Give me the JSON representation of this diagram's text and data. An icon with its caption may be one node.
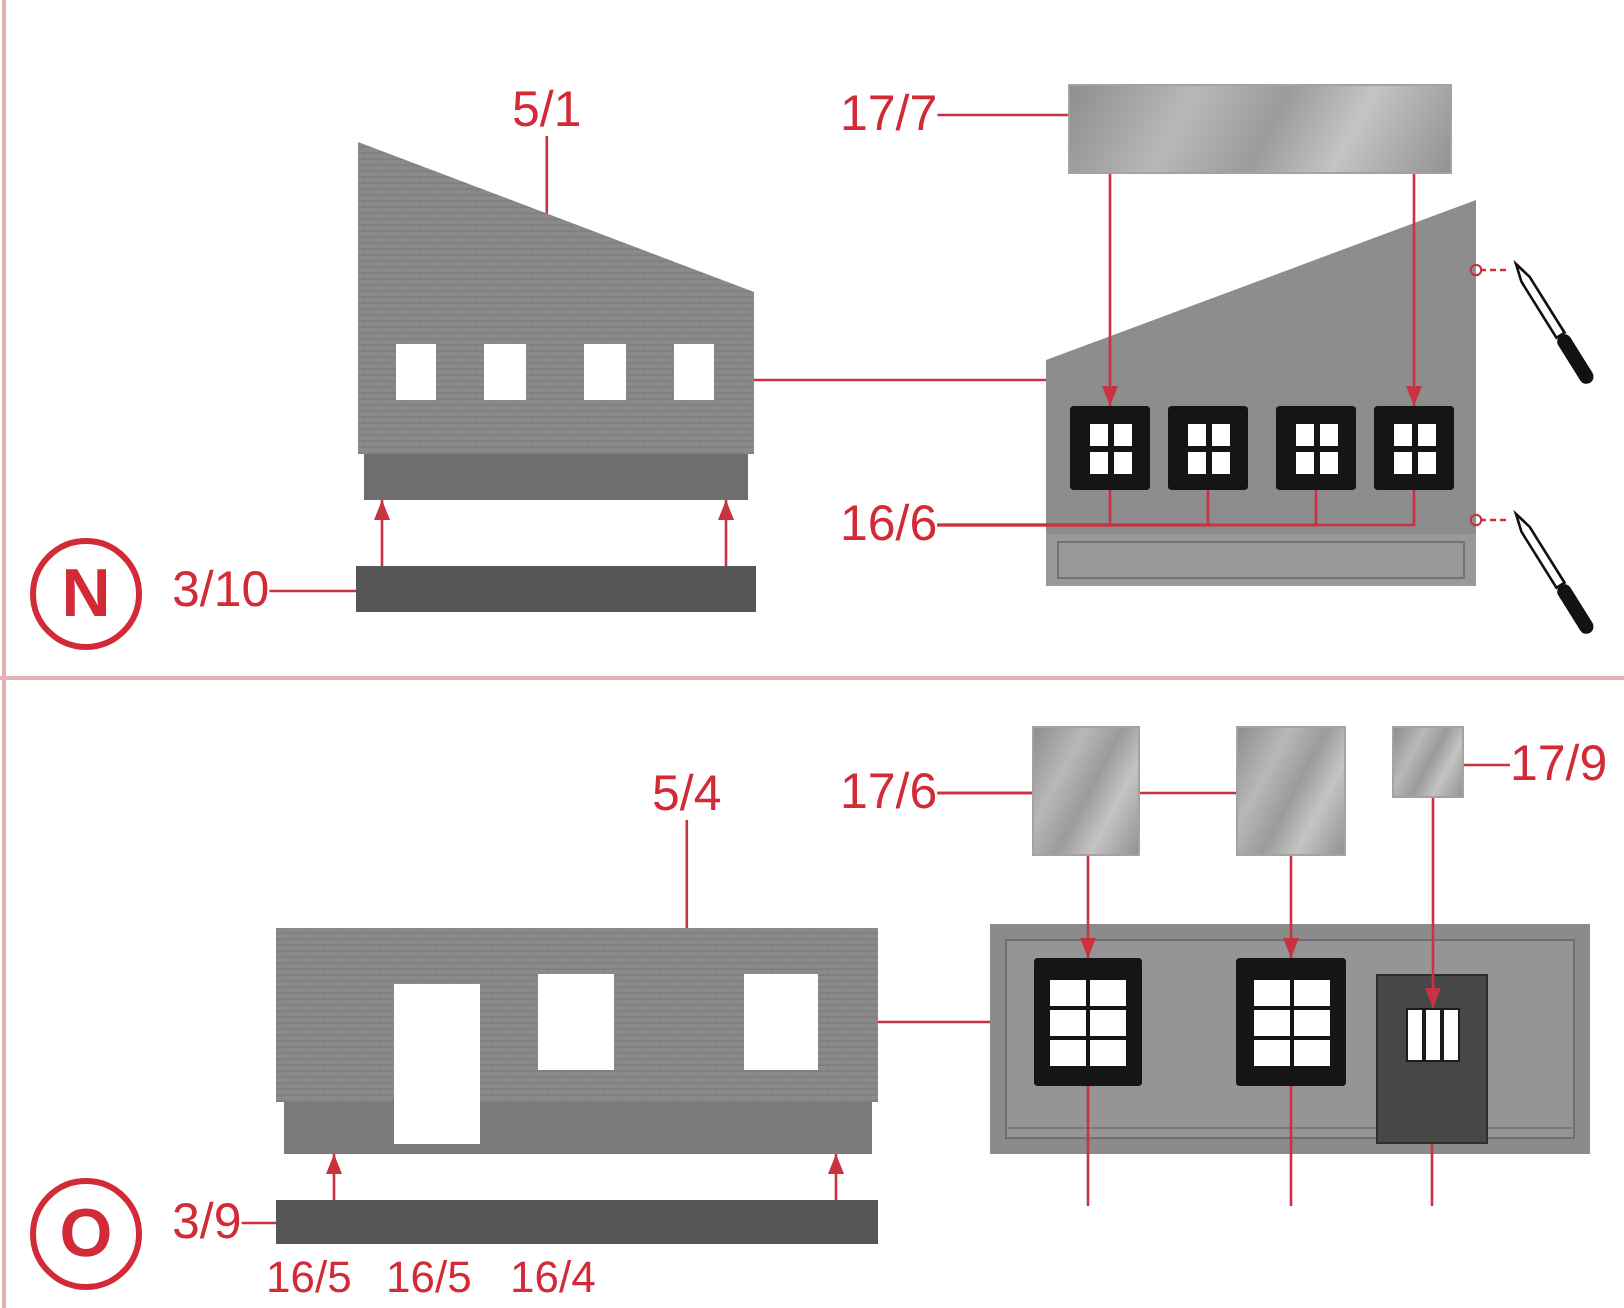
{
  "diagram": {
    "nodes": [
      {
        "text": [
          "5/1"
        ]
      },
      {
        "text": [
          "17/7"
        ]
      },
      {
        "text": [],
        "shape": "box"
      },
      {
        "text": [],
        "shape": "picture"
      },
      {
        "text": [],
        "shape": "picture"
      },
      {
        "text": [],
        "shape": "box",
        "in": 4
      },
      {
        "text": [],
        "shape": "box",
        "in": 4
      },
      {
        "text": [],
        "shape": "box",
        "in": 4
      },
      {
        "text": [],
        "shape": "box",
        "in": 4
      },
      {
        "text": [],
        "shape": "picture"
      },
      {
        "text": [
          "16/6"
        ]
      },
      {
        "text": [],
        "shape": "picture"
      },
      {
        "text": [
          "N"
        ]
      },
      {
        "text": [
          "3/10"
        ]
      },
      {
        "text": [],
        "shape": "bar"
      },
      {
        "text": [
          "5/4"
        ]
      },
      {
        "text": [
          "17/6"
        ]
      },
      {
        "text": [],
        "shape": "box"
      },
      {
        "text": [],
        "shape": "box"
      },
      {
        "text": [],
        "shape": "box"
      },
      {
        "text": [
          "17/9"
        ]
      },
      {
        "text": [],
        "shape": "picture"
      },
      {
        "text": [],
        "shape": "picture"
      },
      {
        "text": [],
        "shape": "box",
        "in": 22
      },
      {
        "text": [],
        "shape": "box",
        "in": 22
      },
      {
        "text": [],
        "shape": "box",
        "in": 22
      },
      {
        "text": [],
        "shape": "box",
        "in": 25
      },
      {
        "text": [
          "O"
        ]
      },
      {
        "text": [
          "3/9"
        ]
      },
      {
        "text": [],
        "shape": "bar"
      }
    ],
    "edges": [
      {
        "from": 0,
        "to": 3,
        "arrow": "none"
      },
      {
        "from": 1,
        "to": 2,
        "arrow": "none"
      },
      {
        "from": 2,
        "to": 5,
        "arrow": "to"
      },
      {
        "from": 2,
        "to": 8,
        "arrow": "to"
      },
      {
        "from": 3,
        "to": 4,
        "arrow": "none"
      },
      {
        "from": 10,
        "to": 5,
        "arrow": "none"
      },
      {
        "from": 10,
        "to": 6,
        "arrow": "none"
      },
      {
        "from": 10,
        "to": 7,
        "arrow": "none"
      },
      {
        "from": 10,
        "to": 8,
        "arrow": "none"
      },
      {
        "from": 9,
        "to": 4,
        "arrow": "other",
        "style": "dashed"
      },
      {
        "from": 11,
        "to": 4,
        "arrow": "other",
        "style": "dashed"
      },
      {
        "from": 13,
        "to": 14,
        "arrow": "none"
      },
      {
        "from": 14,
        "to": 3,
        "arrow": "to"
      },
      {
        "from": 14,
        "to": 3,
        "arrow": "to"
      },
      {
        "from": 15,
        "to": 21,
        "arrow": "none"
      },
      {
        "from": 16,
        "to": 17,
        "arrow": "none"
      },
      {
        "from": 16,
        "to": 18,
        "arrow": "none"
      },
      {
        "from": 20,
        "to": 19,
        "arrow": "none"
      },
      {
        "from": 17,
        "to": 23,
        "arrow": "to"
      },
      {
        "from": 18,
        "to": 24,
        "arrow": "to"
      },
      {
        "from": 19,
        "to": 26,
        "arrow": "to"
      },
      {
        "from": 21,
        "to": 22,
        "arrow": "none"
      },
      {
        "from": 23,
        "to": null,
        "arrow": "none"
      },
      {
        "from": 24,
        "to": null,
        "arrow": "none"
      },
      {
        "from": 25,
        "to": null,
        "arrow": "none"
      },
      {
        "from": 28,
        "to": 29,
        "arrow": "none"
      },
      {
        "from": 29,
        "to": 21,
        "arrow": "to"
      },
      {
        "from": 29,
        "to": 21,
        "arrow": "to"
      }
    ],
    "labels": [
      "16/5",
      "16/5",
      "16/4"
    ]
  }
}
